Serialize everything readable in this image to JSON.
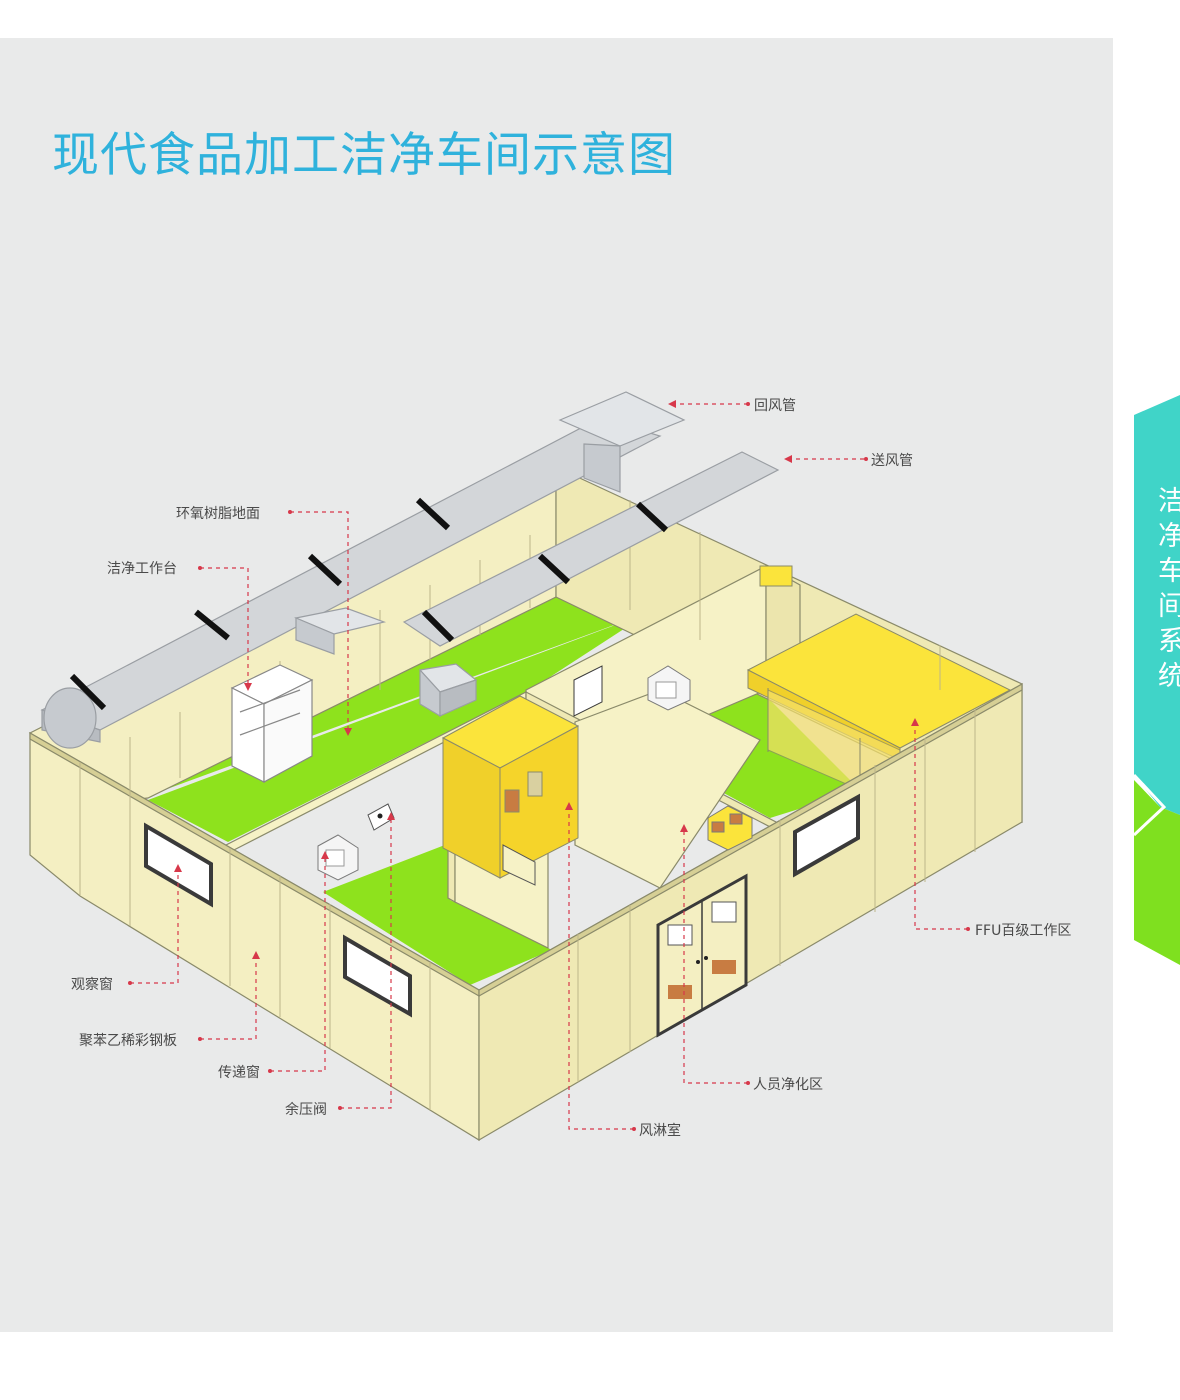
{
  "title": "现代食品加工洁净车间示意图",
  "side_tab": {
    "label": "洁净车间系统"
  },
  "labels": {
    "return_air_duct": "回风管",
    "supply_air_duct": "送风管",
    "epoxy_floor": "环氧树脂地面",
    "clean_bench": "洁净工作台",
    "observation_window": "观察窗",
    "eps_panel": "聚苯乙稀彩钢板",
    "pass_box": "传递窗",
    "pressure_relief_valve": "余压阀",
    "air_shower": "风淋室",
    "personnel_purification": "人员净化区",
    "ffu_workzone": "FFU百级工作区"
  },
  "colors": {
    "title": "#2fb2dc",
    "wall": "#f6f2c6",
    "floor": "#8ee21d",
    "accent_yellow": "#fbe43b",
    "duct": "#d3d6d9",
    "leader": "#d7384a",
    "tab_top": "#40d4c8",
    "tab_bottom": "#7fe01f"
  }
}
